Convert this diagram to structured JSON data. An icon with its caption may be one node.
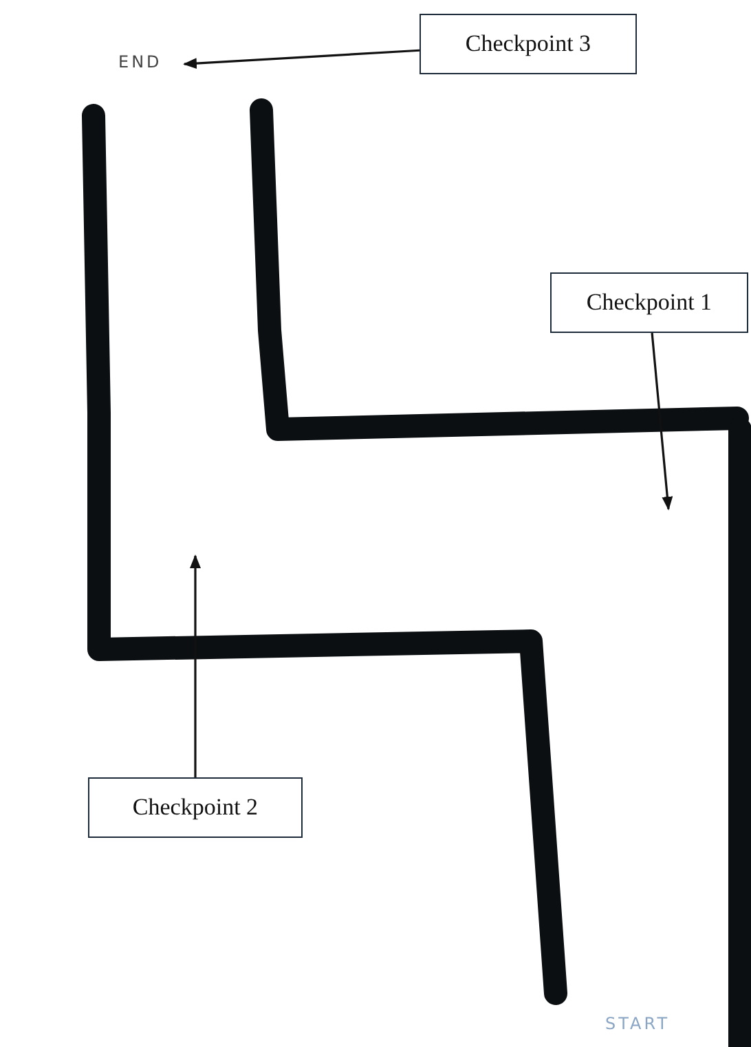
{
  "diagram": {
    "nodes": [
      {
        "text": [
          "Checkpoint 3"
        ]
      },
      {
        "text": [
          "END"
        ]
      },
      {
        "text": [
          "Checkpoint 1"
        ]
      },
      {
        "text": [
          "Checkpoint 2"
        ]
      }
    ],
    "edges": [
      {
        "from": 0,
        "to": 1,
        "arrow": "to"
      },
      {
        "from": 2,
        "to": null,
        "arrow": "to"
      },
      {
        "from": 3,
        "to": null,
        "arrow": "to"
      }
    ],
    "labels": [
      "START"
    ]
  }
}
